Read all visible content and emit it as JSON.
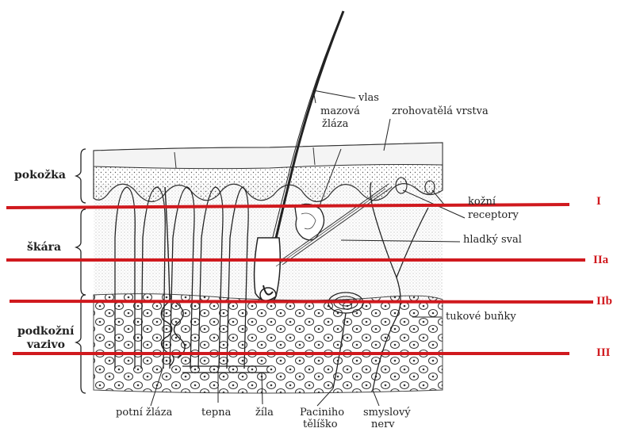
{
  "layers": {
    "pokozka": "pokožka",
    "skara": "škára",
    "podkozni_line1": "podkožní",
    "podkozni_line2": "vazivo"
  },
  "labels": {
    "vlas": "vlas",
    "mazova_1": "mazová",
    "mazova_2": "žláza",
    "zrohovatela": "zrohovatělá vrstva",
    "kozni": "kožní",
    "receptory": "receptory",
    "hladky": "hladký sval",
    "tukove": "tukové buňky"
  },
  "bottom_labels": {
    "potni": "potní žláza",
    "tepna": "tepna",
    "zila": "žíla",
    "pacini_1": "Paciniho",
    "pacini_2": "tělíško",
    "smyslovy_1": "smyslový",
    "smyslovy_2": "nerv"
  },
  "cut_levels": [
    "I",
    "IIa",
    "IIb",
    "III"
  ],
  "colors": {
    "cut_line": "#d0191e",
    "ink": "#222222"
  }
}
